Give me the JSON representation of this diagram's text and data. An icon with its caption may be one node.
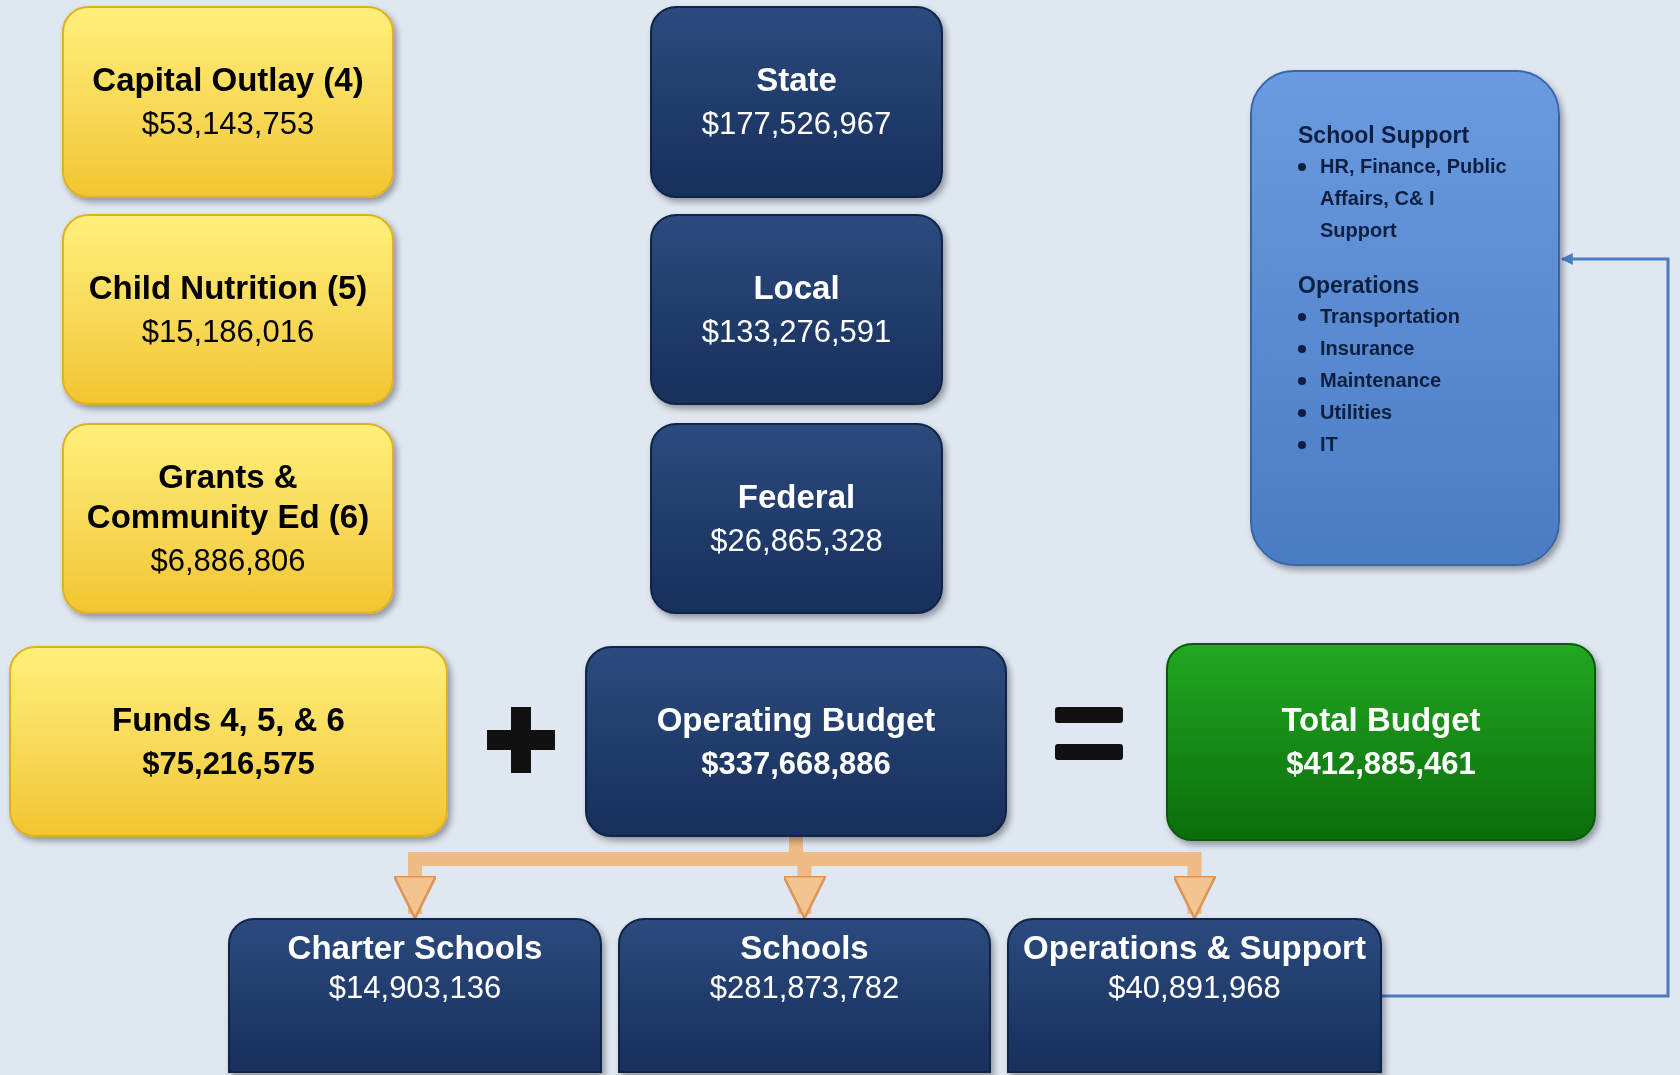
{
  "diagram": {
    "nodes": [
      {
        "text": [
          "Capital Outlay (4)",
          "$53,143,753"
        ]
      },
      {
        "text": [
          "Child Nutrition (5)",
          "$15,186,016"
        ]
      },
      {
        "text": [
          "Grants & Community Ed (6)",
          "$6,886,806"
        ]
      },
      {
        "text": [
          "State",
          "$177,526,967"
        ]
      },
      {
        "text": [
          "Local",
          "$133,276,591"
        ]
      },
      {
        "text": [
          "Federal",
          "$26,865,328"
        ]
      },
      {
        "text": [
          "School Support",
          "HR, Finance, Public Affairs, C& I Support",
          "Operations",
          "Transportation",
          "Insurance",
          "Maintenance",
          "Utilities",
          "IT"
        ]
      },
      {
        "text": [
          "Funds 4, 5, & 6",
          "$75,216,575"
        ]
      },
      {
        "text": [
          "Operating Budget",
          "$337,668,886"
        ]
      },
      {
        "text": [
          "Total Budget",
          "$412,885,461"
        ]
      },
      {
        "text": [
          "Charter Schools",
          "$14,903,136"
        ]
      },
      {
        "text": [
          "Schools",
          "$281,873,782"
        ]
      },
      {
        "text": [
          "Operations & Support",
          "$40,891,968"
        ]
      }
    ],
    "edges": [
      {
        "from": 8,
        "to": 10,
        "arrow": "to"
      },
      {
        "from": 8,
        "to": 11,
        "arrow": "to"
      },
      {
        "from": 8,
        "to": 12,
        "arrow": "to"
      },
      {
        "from": 12,
        "to": 6,
        "arrow": "to",
        "color": "#4a7cc4"
      }
    ]
  }
}
